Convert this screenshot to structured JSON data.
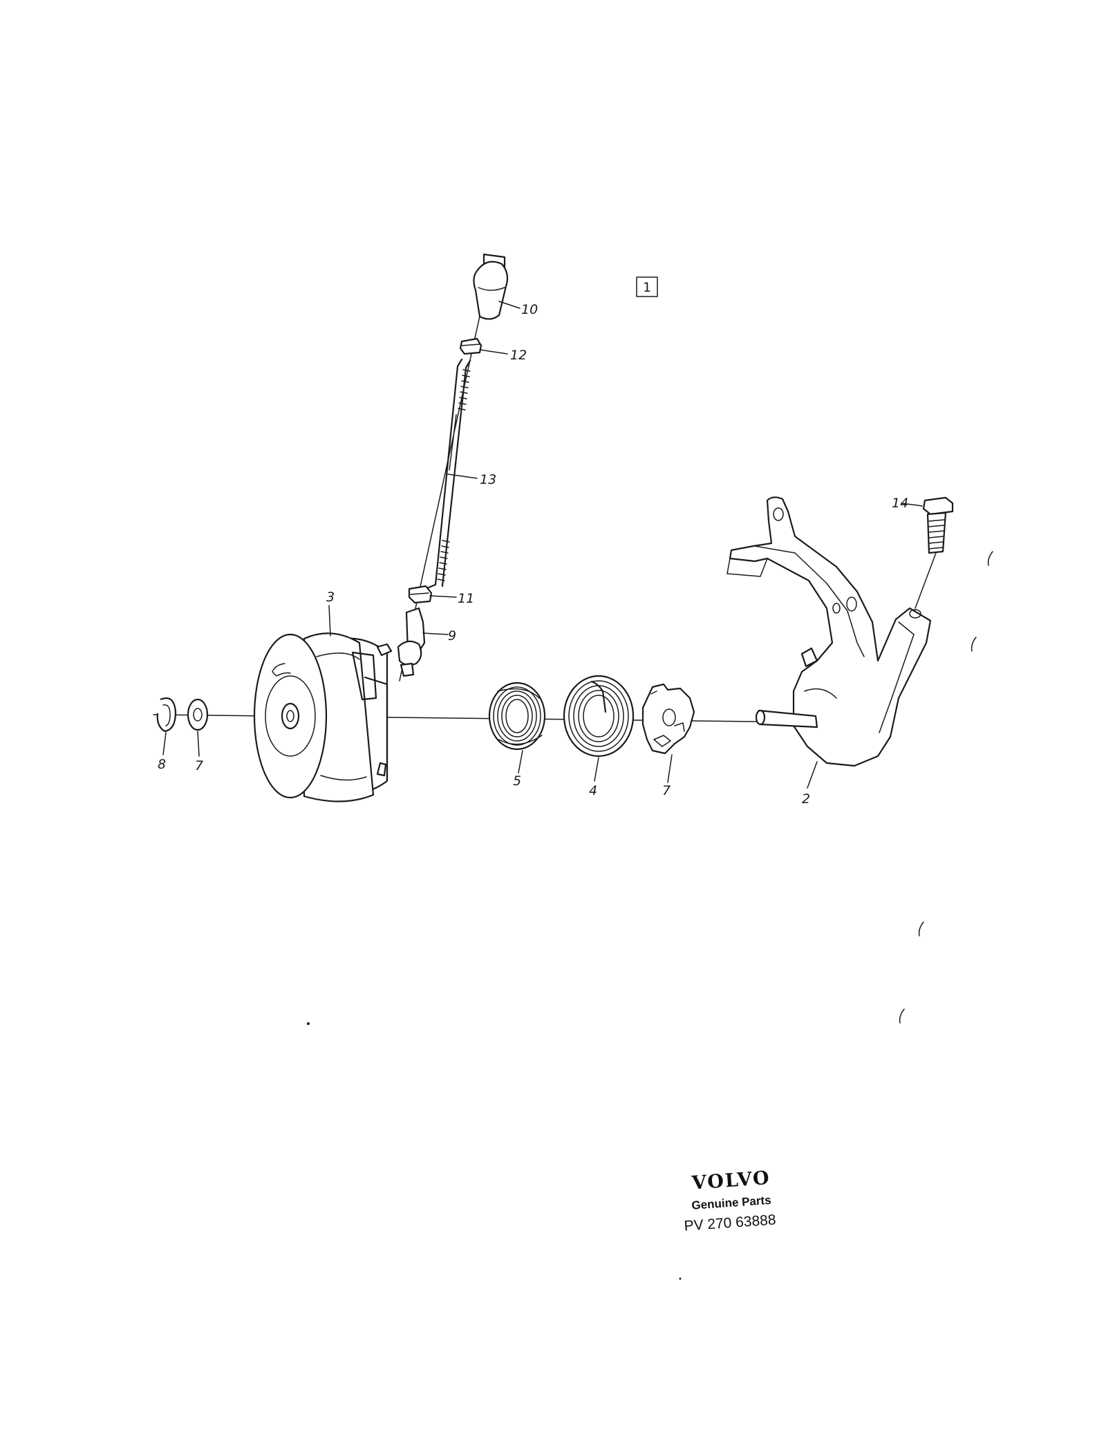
{
  "diagram": {
    "group_box_label": "1",
    "callouts": {
      "c10": "10",
      "c12": "12",
      "c13": "13",
      "c14": "14",
      "c11": "11",
      "c9": "9",
      "c3": "3",
      "c8": "8",
      "c7_left": "7",
      "c5": "5",
      "c4": "4",
      "c7_right": "7",
      "c2": "2"
    }
  },
  "stamp": {
    "brand": "VOLVO",
    "subtitle": "Genuine Parts",
    "part_number": "PV  270 63888"
  }
}
